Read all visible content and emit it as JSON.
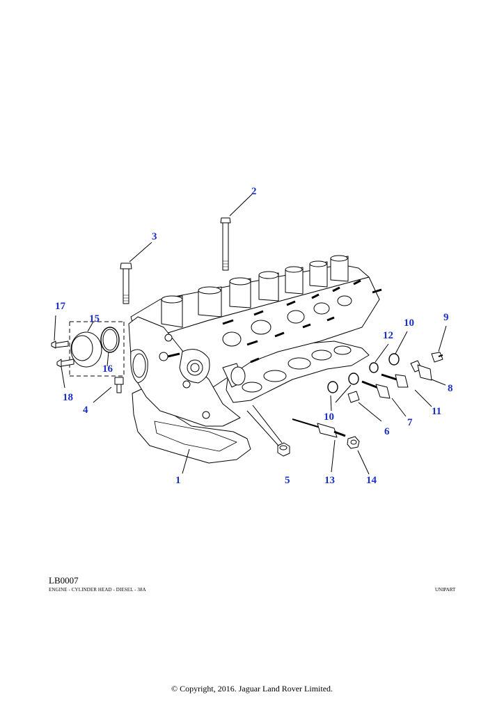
{
  "diagram": {
    "code": "LB0007",
    "caption": "ENGINE - CYLINDER HEAD - DIESEL - 38A",
    "supplier": "UNIPART",
    "copyright": "© Copyright, 2016. Jaguar Land Rover Limited.",
    "callout_color": "#1a2ec8",
    "line_color": "#000000"
  },
  "callouts": [
    {
      "id": "1",
      "label": "1"
    },
    {
      "id": "2",
      "label": "2"
    },
    {
      "id": "3",
      "label": "3"
    },
    {
      "id": "4",
      "label": "4"
    },
    {
      "id": "5",
      "label": "5"
    },
    {
      "id": "6",
      "label": "6"
    },
    {
      "id": "7",
      "label": "7"
    },
    {
      "id": "8",
      "label": "8"
    },
    {
      "id": "9",
      "label": "9"
    },
    {
      "id": "10a",
      "label": "10"
    },
    {
      "id": "10b",
      "label": "10"
    },
    {
      "id": "11",
      "label": "11"
    },
    {
      "id": "12",
      "label": "12"
    },
    {
      "id": "13",
      "label": "13"
    },
    {
      "id": "14",
      "label": "14"
    },
    {
      "id": "15",
      "label": "15"
    },
    {
      "id": "16",
      "label": "16"
    },
    {
      "id": "17",
      "label": "17"
    },
    {
      "id": "18",
      "label": "18"
    }
  ]
}
